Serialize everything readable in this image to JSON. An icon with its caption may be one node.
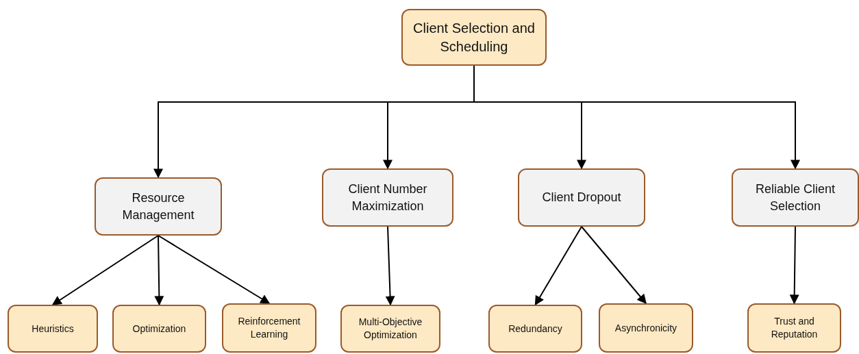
{
  "diagram": {
    "nodes": [
      {
        "text": [
          "Client Selection and Scheduling"
        ]
      },
      {
        "text": [
          "Resource Management"
        ]
      },
      {
        "text": [
          "Client Number Maximization"
        ]
      },
      {
        "text": [
          "Client Dropout"
        ]
      },
      {
        "text": [
          "Reliable Client Selection"
        ]
      },
      {
        "text": [
          "Heuristics"
        ]
      },
      {
        "text": [
          "Optimization"
        ]
      },
      {
        "text": [
          "Reinforcement Learning"
        ]
      },
      {
        "text": [
          "Multi-Objective Optimization"
        ]
      },
      {
        "text": [
          "Redundancy"
        ]
      },
      {
        "text": [
          "Asynchronicity"
        ]
      },
      {
        "text": [
          "Trust and Reputation"
        ]
      }
    ],
    "edges": [
      {
        "from": 0,
        "to": 1,
        "arrow": "to"
      },
      {
        "from": 0,
        "to": 2,
        "arrow": "to"
      },
      {
        "from": 0,
        "to": 3,
        "arrow": "to"
      },
      {
        "from": 0,
        "to": 4,
        "arrow": "to"
      },
      {
        "from": 1,
        "to": 5,
        "arrow": "to"
      },
      {
        "from": 1,
        "to": 6,
        "arrow": "to"
      },
      {
        "from": 1,
        "to": 7,
        "arrow": "to"
      },
      {
        "from": 2,
        "to": 8,
        "arrow": "to"
      },
      {
        "from": 3,
        "to": 9,
        "arrow": "to"
      },
      {
        "from": 3,
        "to": 10,
        "arrow": "to"
      },
      {
        "from": 4,
        "to": 11,
        "arrow": "to"
      }
    ]
  }
}
